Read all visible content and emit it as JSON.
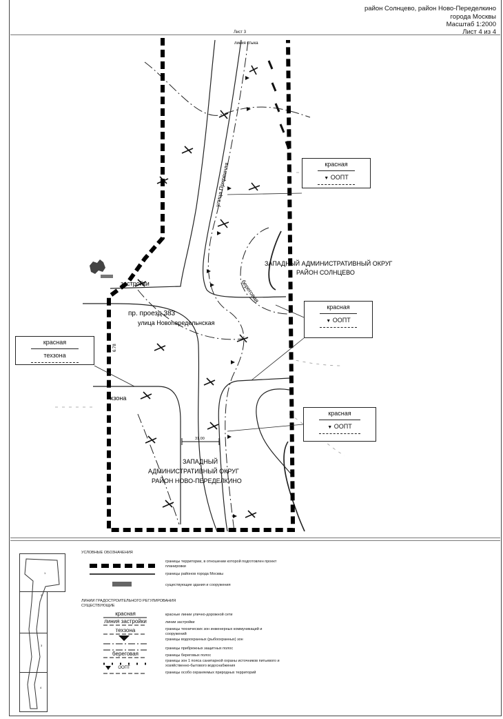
{
  "header": {
    "line1": "район Солнцево, район Ново-Переделкино",
    "line2": "города Москвы",
    "line3": "Масштаб 1:2000",
    "line4": "Лист 4 из 4"
  },
  "map": {
    "sheet_ref": "Лист 3",
    "joint_line_label": "линия стыка",
    "street_prirechnaya": "улица Приречная",
    "district_solntsevo_line1": "ЗАПАДНЫЙ  АДМИНИСТРАТИВНЫЙ ОКРУГ",
    "district_solntsevo_line2": "РАЙОН СОЛНЦЕВО",
    "label_zastroyki": "застройки",
    "label_proezd": "пр. проезд 383",
    "street_novoperedelkinskaya": "улица Новопередельнская",
    "label_beregovaya": "береговая",
    "label_zona": "хзона",
    "label_678": "6.78",
    "dimension_value": "31.00",
    "district_novo_line1": "ЗАПАДНЫЙ",
    "district_novo_line2": "АДМИНИСТРАТИВНЫЙ ОКРУГ",
    "district_novo_line3": "РАЙОН НОВО-ПЕРЕДЕЛКИНО",
    "callouts": [
      {
        "line1": "красная",
        "line2": "ООПТ",
        "marker": "▼"
      },
      {
        "line1": "красная",
        "line2": "ООПТ",
        "marker": "▼"
      },
      {
        "line1": "красная",
        "line2": "ООПТ",
        "marker": "▼"
      },
      {
        "line1": "красная",
        "line2": "техзона",
        "marker": ""
      }
    ]
  },
  "legend": {
    "title": "УСЛОВНЫЕ ОБОЗНАЧЕНИЯ",
    "items_top": [
      "границы территории, в отношении которой подготовлен проект планировки",
      "границы районов города Москвы",
      "существующие здания и сооружения"
    ],
    "reg_title_line1": "ЛИНИИ ГРАДОСТРОИТЕЛЬНОГО РЕГУЛИРОВАНИЯ",
    "reg_title_line2": "СУЩЕСТВУЮЩИЕ",
    "reg_symbols": [
      "красная",
      "линия застройки",
      "техзона",
      "",
      "",
      "береговая",
      "",
      "ООПТ"
    ],
    "reg_items": [
      "красные линии улично-дорожной сети",
      "линии застройки",
      "границы технических зон инженерных коммуникаций и сооружений",
      "границы водоохранных (рыбоохранных) зон",
      "границы прибрежных защитных полос",
      "границы береговых полос",
      "границы зон 1 пояса санитарной охраны источников питьевого и хозяйственно-бытового водоснабжения",
      "границы особо охраняемых природных территорий"
    ],
    "inset_numbers": [
      "1",
      "2",
      "3",
      "4"
    ]
  }
}
